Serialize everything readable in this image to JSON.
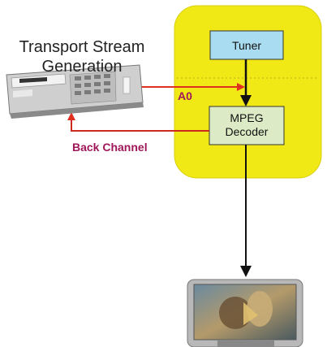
{
  "diagram": {
    "generation_title": "Transport Stream\nGeneration",
    "a0_label": "A0",
    "back_channel_label": "Back Channel",
    "tuner_label": "Tuner",
    "mpeg_label": "MPEG\nDecoder",
    "device_brand_text": "",
    "colors": {
      "receiver_box": "#f0e916",
      "tuner_fill": "#a9dcf0",
      "decoder_fill": "#dcebc6",
      "signal_arrow": "#e03020",
      "back_channel_arrow": "#cc2a1e",
      "label_text": "#a0185a"
    },
    "icons": [
      "transport-stream-generator-icon",
      "television-icon"
    ]
  }
}
